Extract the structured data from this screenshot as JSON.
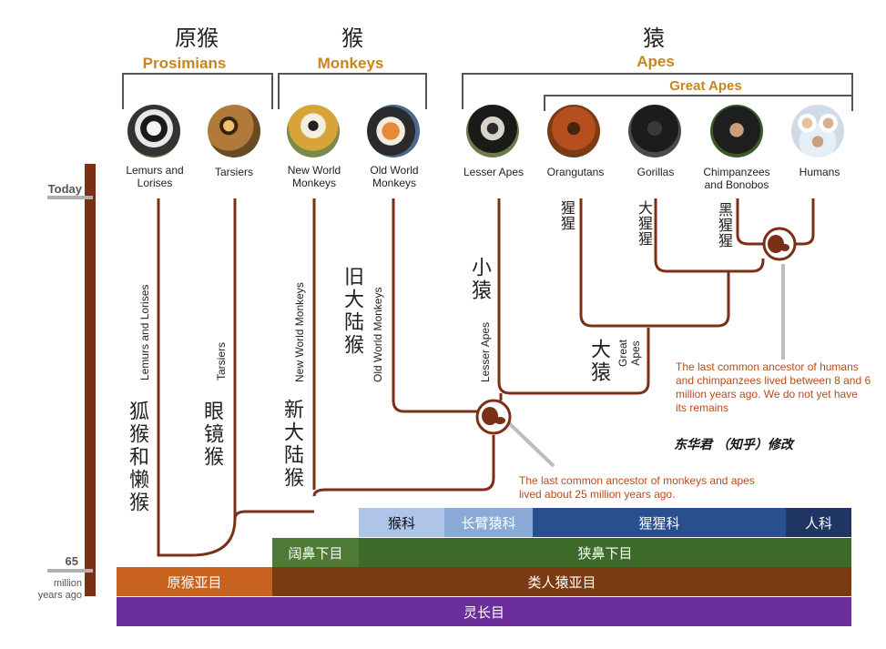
{
  "headings": {
    "prosimians_cn": "原猴",
    "monkeys_cn": "猴",
    "apes_cn": "猿"
  },
  "groups": {
    "prosimians": "Prosimians",
    "monkeys": "Monkeys",
    "apes": "Apes",
    "great_apes": "Great Apes"
  },
  "taxa": {
    "lemurs": "Lemurs and Lorises",
    "tarsiers": "Tarsiers",
    "new_world": "New World Monkeys",
    "old_world": "Old World Monkeys",
    "lesser_apes": "Lesser Apes",
    "orangutans": "Orangutans",
    "gorillas": "Gorillas",
    "chimps": "Chimpanzees and Bonobos",
    "humans": "Humans"
  },
  "branch_labels": {
    "lemurs_en": "Lemurs and Lorises",
    "tarsiers_en": "Tarsiers",
    "new_world_en": "New World Monkeys",
    "old_world_en": "Old World Monkeys",
    "lesser_apes_en": "Lesser Apes",
    "great_apes_en": "Great Apes",
    "lemurs_cn": "狐猴和懒猴",
    "tarsiers_cn": "眼镜猴",
    "new_world_cn": "新大陆猴",
    "old_world_cn": "旧大陆猴",
    "lesser_apes_cn": "小猿",
    "great_apes_cn": "大猿",
    "orangutans_cn": "猩猩",
    "gorillas_cn": "大猩猩",
    "chimps_cn": "黑猩猩"
  },
  "notes": {
    "humans_chimps": "The last common ancestor of humans and chimpanzees lived between 8 and 6 million years ago. We do not yet have its remains",
    "monkeys_apes": "The last common ancestor of monkeys and apes lived about 25 million years ago.",
    "credit": "东华君 （知乎）修改"
  },
  "timescale": {
    "today": "Today",
    "value": "65",
    "unit_1": "million",
    "unit_2": "years ago"
  },
  "bands": {
    "hylobatidae_row": {
      "cercopithecidae": "猴科",
      "hylobatidae": "长臂猿科",
      "pongidae": "猩猩科",
      "hominidae": "人科"
    },
    "infraorder_row": {
      "platyrrhini": "阔鼻下目",
      "catarrhini": "狭鼻下目"
    },
    "suborder_row": {
      "prosimii": "原猴亚目",
      "anthropoidea": "类人猿亚目"
    },
    "order_row": {
      "primates": "灵长目"
    }
  },
  "colors": {
    "tree": "#7a2f16",
    "accent": "#c8841e",
    "note": "#b84b1d",
    "family_light": "#aec4e8",
    "family_dark": "#2a4f8f",
    "family_darkest": "#1f3664",
    "infraorder": "#3b6a2b",
    "suborder_left": "#c8621e",
    "suborder_right": "#7a3a12",
    "order": "#6b2e9a"
  },
  "icons": [
    "lemur-photo",
    "tarsier-photo",
    "squirrel-monkey-photo",
    "langur-photo",
    "gibbon-photo",
    "orangutan-photo",
    "gorilla-photo",
    "chimpanzee-photo",
    "humans-photo",
    "ancestor-head-icon"
  ]
}
